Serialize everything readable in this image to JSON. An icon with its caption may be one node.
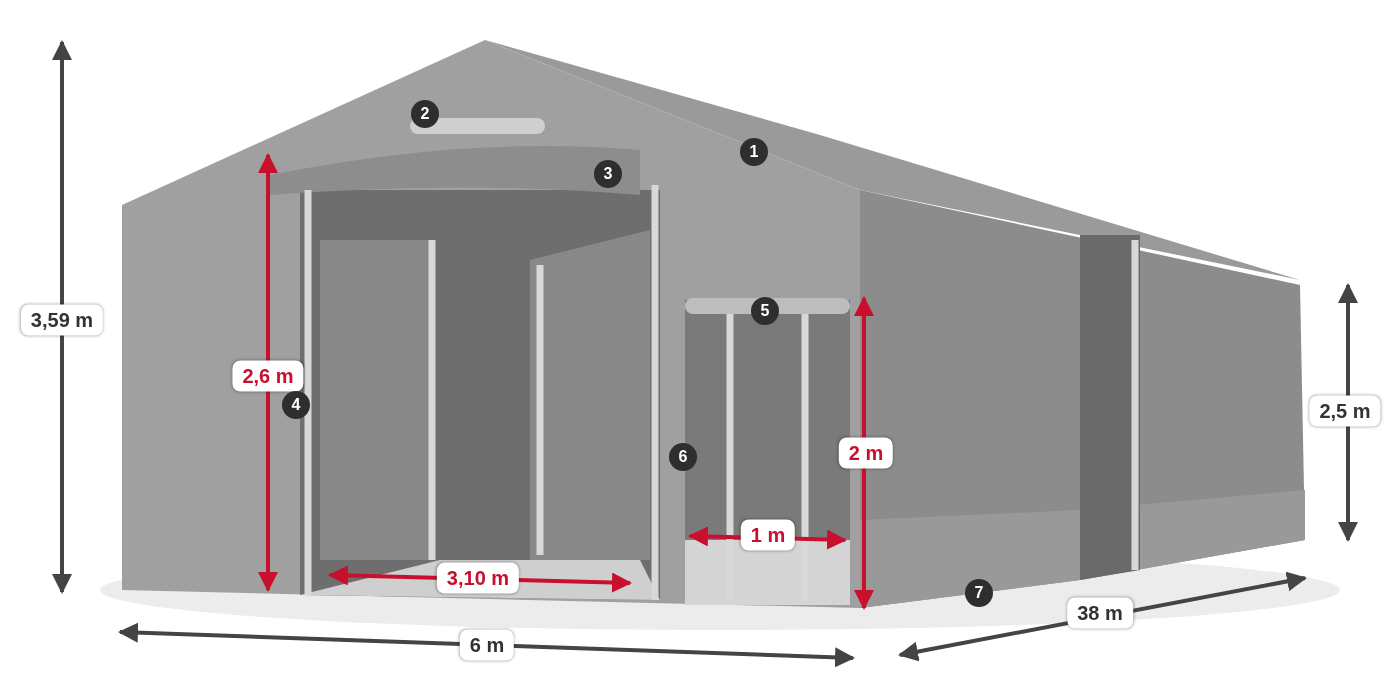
{
  "diagram": {
    "labels": [
      "2",
      "1",
      "3",
      "5",
      "3,59 m",
      "2,6 m",
      "4",
      "2,5 m",
      "6",
      "2 m",
      "1 m",
      "3,10 m",
      "7",
      "38 m",
      "6 m"
    ]
  }
}
